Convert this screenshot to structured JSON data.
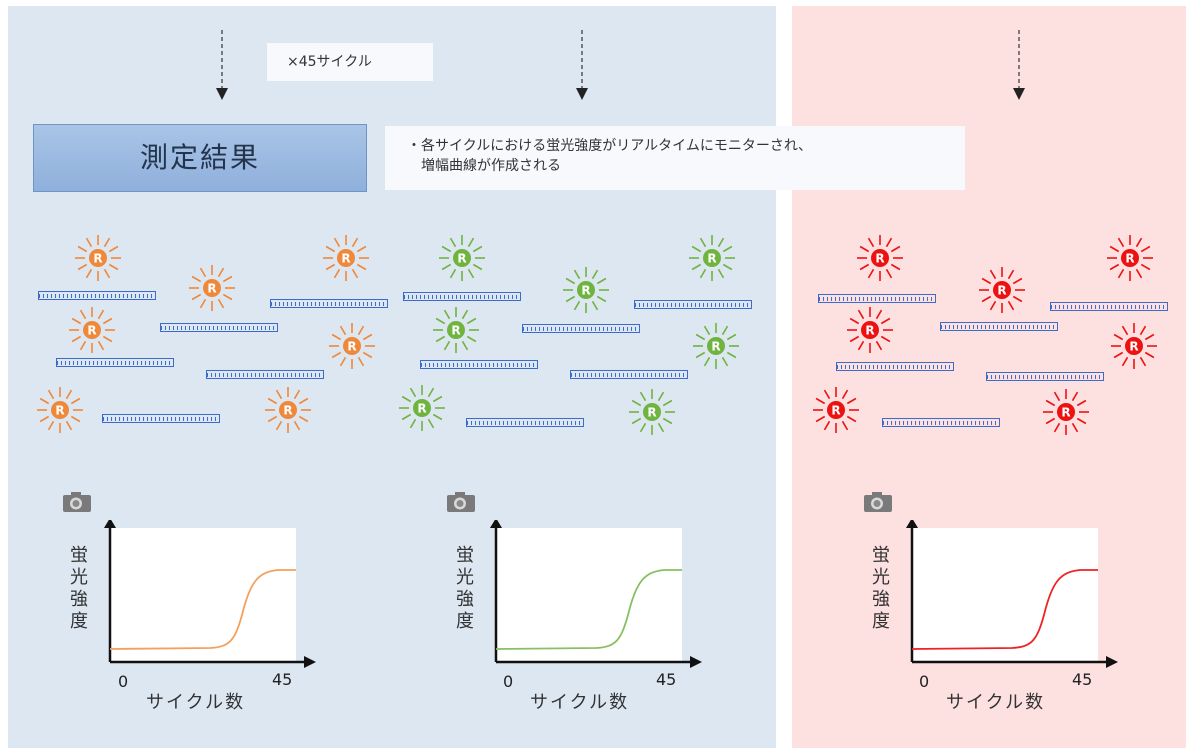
{
  "cycle_label": "×45サイクル",
  "result_title": "測定結果",
  "note": {
    "line1": "・各サイクルにおける蛍光強度がリアルタイムにモニターされ、",
    "line2": "増幅曲線が作成される"
  },
  "probe_letter": "R",
  "colors": {
    "orange": "#f0883a",
    "green": "#6fb43f",
    "red": "#ee1111",
    "strand": "#3c6cc8"
  },
  "graphs": [
    {
      "y_label": "蛍光強度",
      "x_label": "サイクル数",
      "x_min": "0",
      "x_max": "45",
      "curve_color": "#f4a05c"
    },
    {
      "y_label": "蛍光強度",
      "x_label": "サイクル数",
      "x_min": "0",
      "x_max": "45",
      "curve_color": "#88c060"
    },
    {
      "y_label": "蛍光強度",
      "x_label": "サイクル数",
      "x_min": "0",
      "x_max": "45",
      "curve_color": "#ee2222"
    }
  ]
}
